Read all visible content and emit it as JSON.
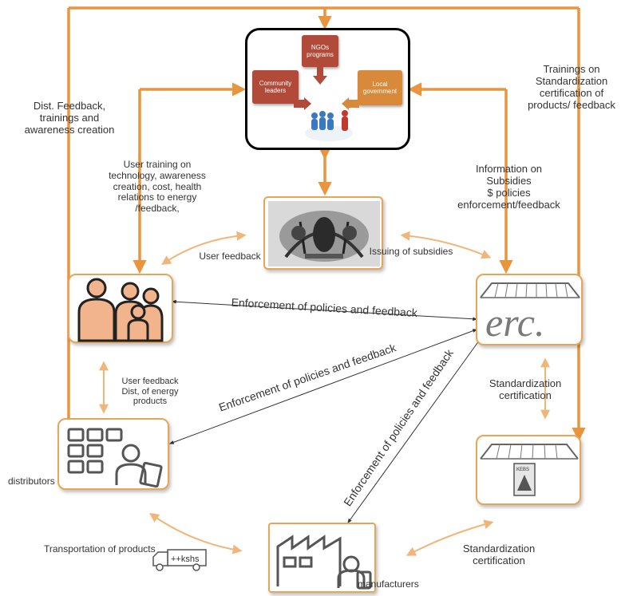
{
  "colors": {
    "flow_orange": "#e8953e",
    "light_orange": "#f0b679",
    "card_red": "#b24a3a",
    "card_orange": "#d9893a",
    "people_fill": "#f2b48c",
    "line_dark": "#333333"
  },
  "government": {
    "cards": [
      "NGOs programs",
      "Community leaders",
      "Local government"
    ],
    "icon": "people-meeting-icon"
  },
  "nodes": {
    "ministry_icon": "coat-of-arms-icon",
    "users_icon": "family-icon",
    "erc_logo": "erc.",
    "distributors_label": "distributors",
    "kebs_icon": "kebs-standards-icon",
    "kebs_badge": "KEBS",
    "manufacturers_label": "manufacturers"
  },
  "labels": {
    "dist_feedback": [
      "Dist. Feedback,",
      "trainings and",
      "awareness creation"
    ],
    "trainings_standardization": [
      "Trainings on",
      "Standardization",
      "certification of",
      "products/ feedback"
    ],
    "user_training": [
      "User training on",
      "technology, awareness",
      "creation, cost, health",
      "relations to energy",
      "/feedback,"
    ],
    "information_subsidies": [
      "Information on",
      "Subsidies",
      "$ policies",
      "enforcement/feedback"
    ],
    "user_feedback_top": "User feedback",
    "issuing_subsidies": "Issuing of subsidies",
    "enforcement_1": "Enforcement of policies and feedback",
    "enforcement_2": "Enforcement of policies and feedback",
    "enforcement_3": "Enforcement of policies and feedback",
    "user_feedback_dist": [
      "User feedback",
      "Dist, of energy",
      "products"
    ],
    "standardization_1": [
      "Standardization",
      "certification"
    ],
    "standardization_2": [
      "Standardization",
      "certification"
    ],
    "transportation": "Transportation of products",
    "truck_text": "++kshs"
  }
}
